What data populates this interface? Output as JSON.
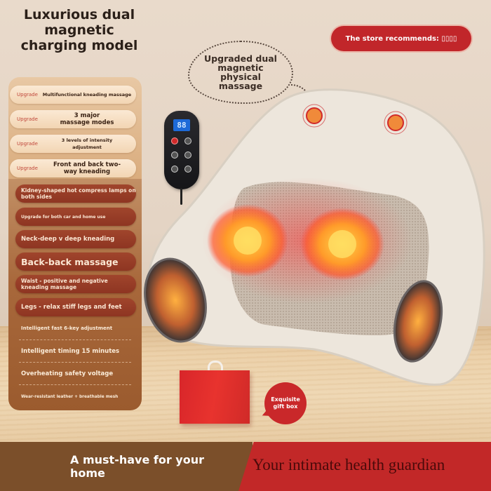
{
  "headline": "Luxurious dual magnetic charging model",
  "store_badge": "The store recommends: ▯▯▯▯",
  "callout_bubble": "Upgraded dual magnetic physical massage",
  "upgrade_features": [
    {
      "tag": "Upgrade",
      "text": "Multifunctional kneading massage"
    },
    {
      "tag": "Upgrade",
      "text": "3 major massage modes"
    },
    {
      "tag": "Upgrade",
      "text": "3 levels of intensity adjustment"
    },
    {
      "tag": "Upgrade",
      "text": "Front and back two-way kneading"
    }
  ],
  "highlight_features": [
    "Kidney-shaped hot compress lamps on both sides",
    "Upgrade for both car and home use",
    "Neck-deep v deep kneading",
    "Back-back massage",
    "Waist - positive and negative kneading massage",
    "Legs - relax stiff legs and feet"
  ],
  "specs": [
    "Intelligent fast 6-key adjustment",
    "Intelligent timing 15 minutes",
    "Overheating safety voltage",
    "Wear-resistant leather + breathable mesh"
  ],
  "remote": {
    "display": "88"
  },
  "gift_box_label": "Exquisite gift box",
  "footer": {
    "left": "A must-have for your home",
    "right": "Your intimate health guardian"
  },
  "colors": {
    "accent_red": "#c1262a",
    "panel_brown": "#a8683b",
    "footer_brown": "#7b4f2a",
    "footer_red": "#c22828"
  }
}
